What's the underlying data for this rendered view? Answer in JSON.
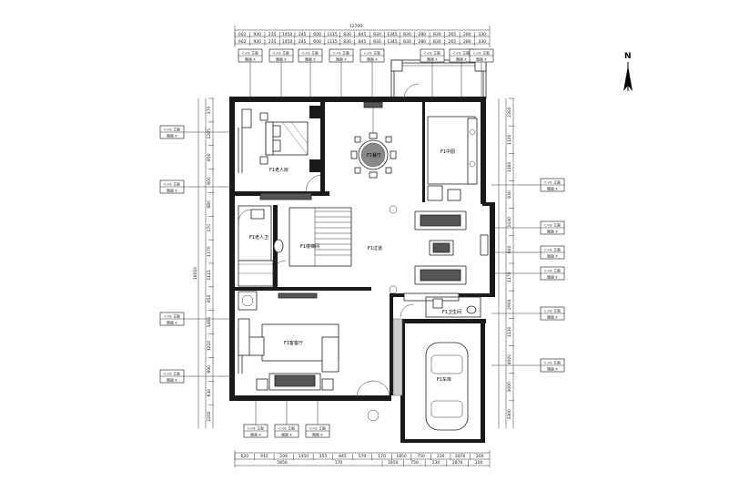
{
  "compass": {
    "label": "N"
  },
  "top_dimensions": {
    "total": "12700",
    "row1": [
      "602",
      "930",
      "235",
      "1450",
      "245",
      "600",
      "1115",
      "830",
      "845",
      "830",
      "1345",
      "830",
      "280",
      "830",
      "265",
      "280",
      "330"
    ],
    "row2": [
      "602",
      "930",
      "235",
      "1450",
      "245",
      "600",
      "1115",
      "830",
      "845",
      "830",
      "1345",
      "830",
      "280",
      "830",
      "265",
      "280",
      "330"
    ]
  },
  "bottom_dimensions": {
    "row1": [
      "620",
      "915",
      "206",
      "1450",
      "355",
      "845",
      "570",
      "170",
      "1850",
      "750",
      "230",
      "2870",
      "200"
    ],
    "row2_left": "5856",
    "row2_mid": "170",
    "row2_right": [
      "1850",
      "750",
      "230",
      "2870",
      "200"
    ]
  },
  "left_dimensions": {
    "total": "16010",
    "segments": [
      "370",
      "1285",
      "850",
      "600",
      "880",
      "170",
      "1370",
      "1115",
      "850",
      "1460",
      "1210",
      "890",
      "630",
      "2200"
    ]
  },
  "right_dimensions": {
    "segments": [
      "2300",
      "1120",
      "1160",
      "830",
      "1030",
      "600",
      "1170",
      "2900",
      "1130",
      "4000",
      "3000",
      "3300"
    ]
  },
  "rooms": {
    "master_bedroom": "F1老人房",
    "dining": "F1餐厅",
    "kitchen": "F1中厨",
    "elder_bath": "F1老人卫",
    "stair": "F1楼梯间",
    "living": "F1过道",
    "study": "F1客客厅",
    "guest_bath": "F1卫生间",
    "garage": "F1车库"
  },
  "tags": {
    "line1": "C-01 立面",
    "line2": "图面 X"
  }
}
